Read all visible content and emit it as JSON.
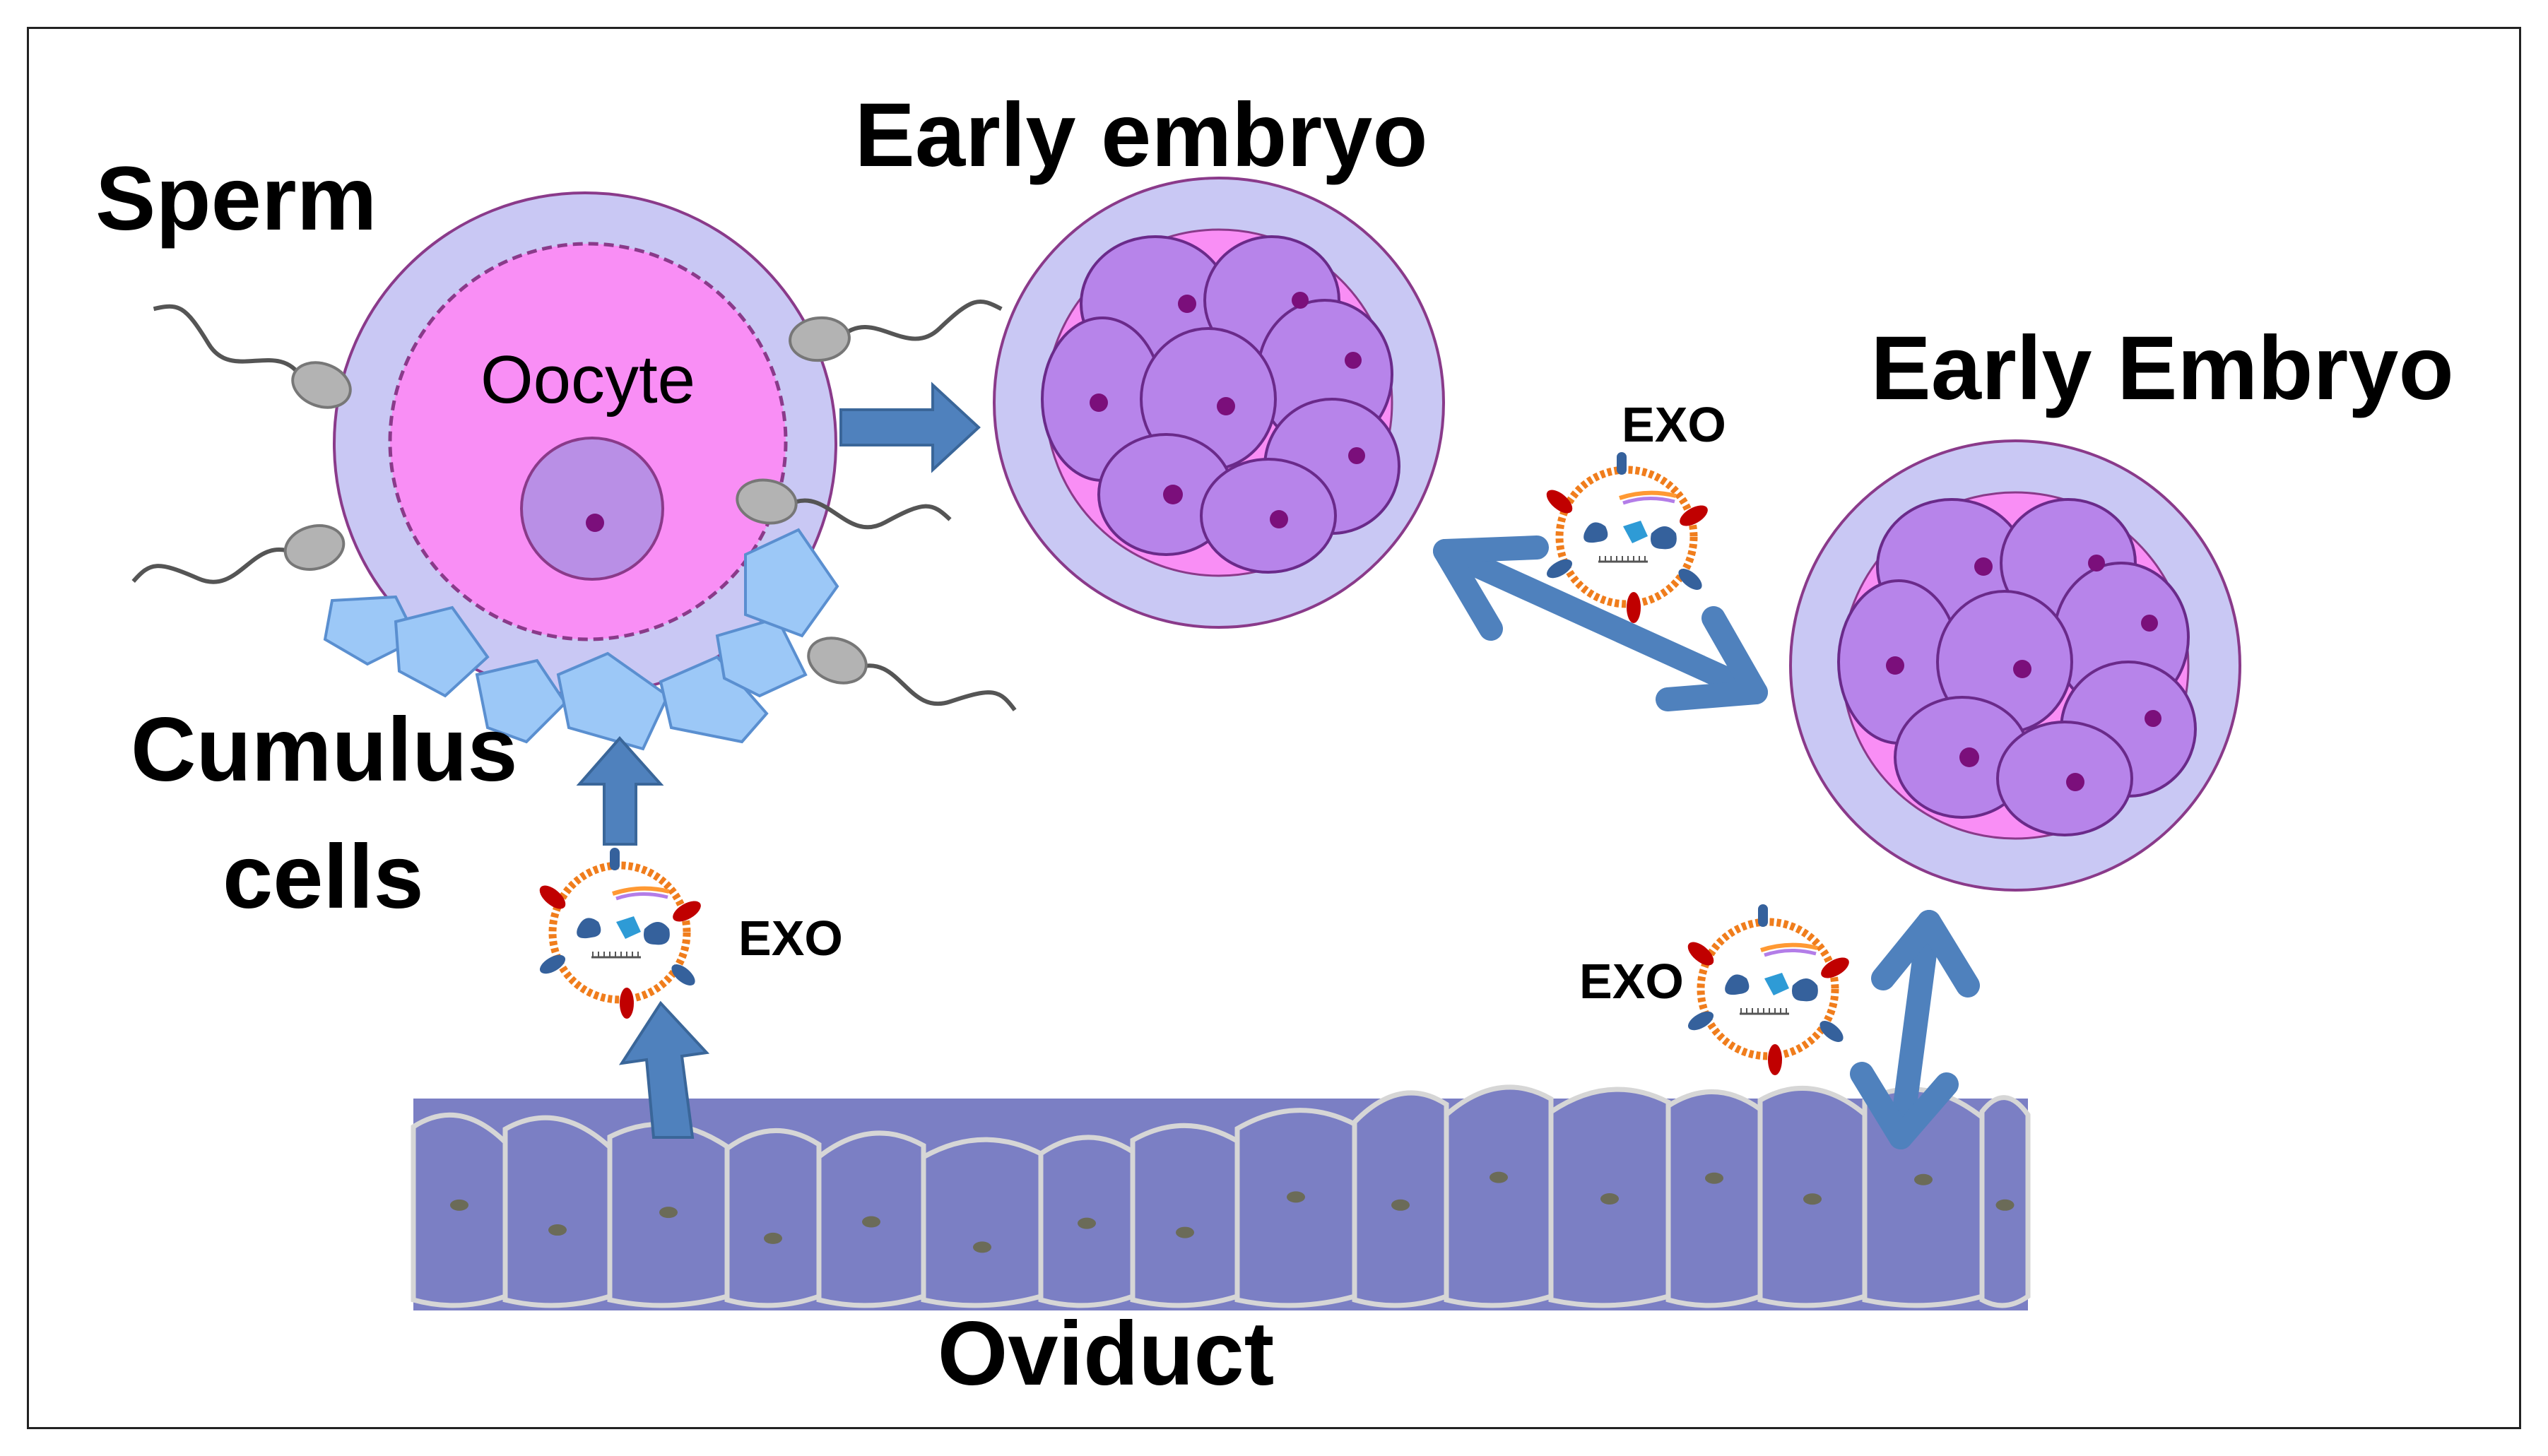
{
  "labels": {
    "sperm": "Sperm",
    "oocyte": "Oocyte",
    "cumulus_line1": "Cumulus",
    "cumulus_line2": "cells",
    "early_embryo_1": "Early embryo",
    "early_embryo_2": "Early Embryo",
    "exo": "EXO",
    "oviduct": "Oviduct"
  },
  "colors": {
    "zona": "#c9c8f4",
    "oocyte_pink": "#f98ef5",
    "nucleus": "#b98fe6",
    "blastomere": "#b784ea",
    "nucleolus": "#7b0f7b",
    "cumulus": "#9cc8f7",
    "arrow": "#4f81bd",
    "exosome_membrane": "#f07d1c",
    "oviduct_cell": "#7b7fc4",
    "sperm_head": "#b3b3b3"
  }
}
